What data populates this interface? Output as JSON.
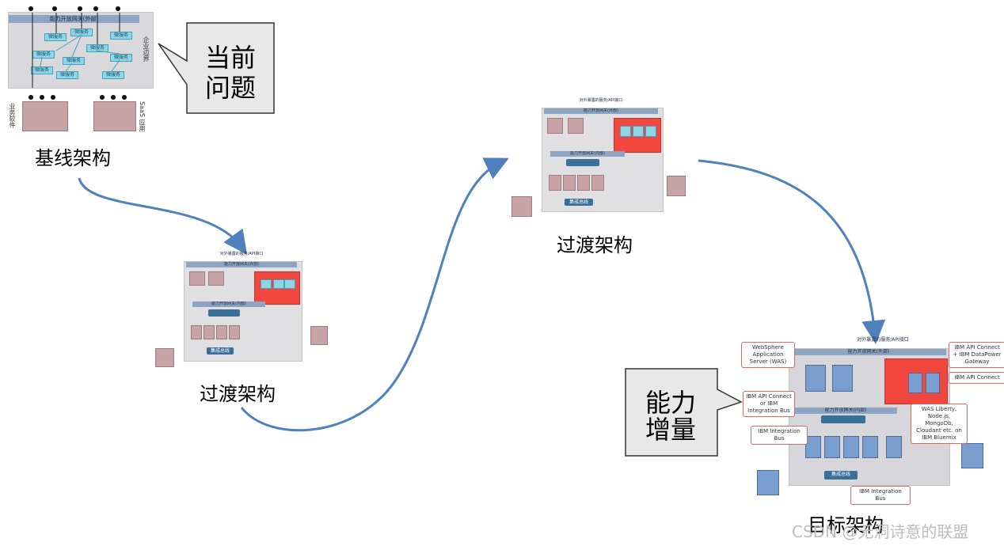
{
  "baseline": {
    "gateway": "能力开放网关(外部)",
    "micro": "微服务",
    "enterprise_boundary": "企业边界",
    "business_app": "业务软件",
    "saas_app": "SaaS 应用",
    "caption": "基线架构"
  },
  "callout_current": {
    "line1": "当前",
    "line2": "问题"
  },
  "transition": {
    "top_label": "对外暴露的服务/API接口",
    "gateway_ext": "能力开放网关(外部)",
    "gateway_int": "能力开放网关(内部)",
    "integration_bus": "集成总线",
    "caption": "过渡架构"
  },
  "target": {
    "top_label": "对外暴露的服务/API接口",
    "gateway_ext": "能力开放网关(外部)",
    "gateway_int": "能力开放网关(内部)",
    "integration_bus": "集成总线",
    "was": "WebSphere Application Server (WAS)",
    "ibm_api_connect_dp": "IBM API Connect + IBM DataPower Gateway",
    "ibm_api_connect": "IBM API Connect",
    "ibm_api_connect_iib": "IBM API Connect or IBM Integration Bus",
    "was_liberty": "WAS Liberty, Node.js, MongoDb, Cloudant etc. on IBM Bluemix",
    "ibm_integration_bus_1": "IBM Integration Bus",
    "ibm_integration_bus_2": "IBM Integration Bus",
    "caption": "目标架构"
  },
  "callout_capability": {
    "line1": "能力",
    "line2": "增量"
  },
  "watermark": "CSDN @无洞诗意的联盟",
  "colors": {
    "arrow": "#4f81bd",
    "gray_panel": "#d9d9db",
    "red": "#f1473f",
    "callout_bg": "#e8e8e8"
  }
}
